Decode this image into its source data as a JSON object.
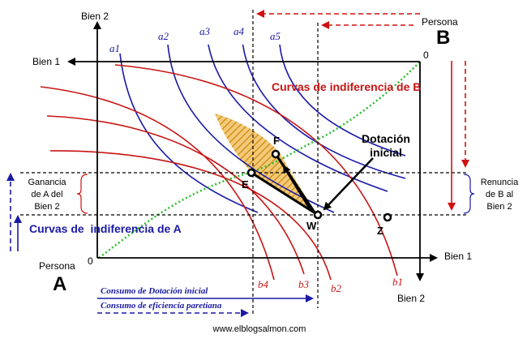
{
  "axes_a": {
    "bien1": "Bien 1",
    "bien2": "Bien 2",
    "origin": "0"
  },
  "axes_b": {
    "bien1": "Bien 1",
    "bien2": "Bien 2",
    "origin": "0"
  },
  "persona_a": {
    "label": "Persona",
    "letter": "A"
  },
  "persona_b": {
    "label": "Persona",
    "letter": "B"
  },
  "curve_labels_a": [
    "a1",
    "a2",
    "a3",
    "a4",
    "a5"
  ],
  "curve_labels_b": [
    "b4",
    "b3",
    "b2",
    "b1"
  ],
  "title_b": "Curvas de indiferencia de B",
  "title_a": "Curvas de  indiferencia de A",
  "points": {
    "e": "E",
    "f": "F",
    "w": "W",
    "z": "Z"
  },
  "dotacion": {
    "line1": "Dotación",
    "line2": "inicial"
  },
  "ganancia": {
    "line1": "Ganancia",
    "line2": "de A del",
    "line3": "Bien 2"
  },
  "renuncia": {
    "line1": "Renuncia",
    "line2": "de B al",
    "line3": "Bien 2"
  },
  "consumo_dotacion": "Consumo de Dotación inicial",
  "consumo_eficiencia": "Consumo de eficiencia paretiana",
  "footer": "www.elblogsalmon.com",
  "colors": {
    "blue": "#1a1aa6",
    "red": "#c81414",
    "green": "#2bbf2b",
    "orange": "#e8a020"
  }
}
